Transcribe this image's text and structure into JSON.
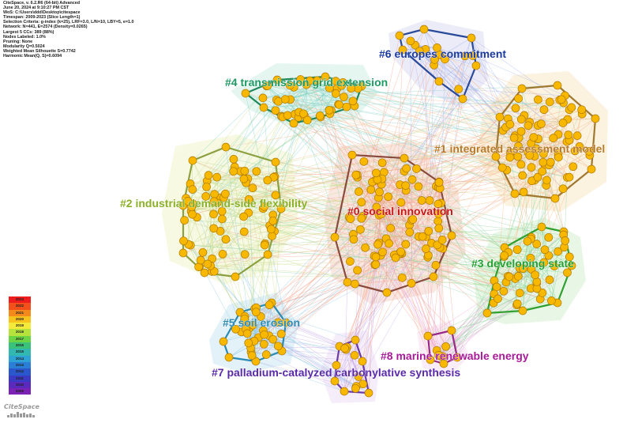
{
  "meta_lines": [
    "CiteSpace, v. 6.2.R6 (64-bit) Advanced",
    "June 20, 2024 at 9:10:27 PM CST",
    "WoS: C:\\Users\\ddd\\Desktop\\citespace",
    "Timespan: 2009-2023 (Slice Length=1)",
    "Selection Criteria: g-index (k=25), LRF=3.0, L/N=10, LBY=5, e=1.0",
    "Network: N=441, E=2574 (Density=0.0265)",
    "Largest 5 CCs: 389 (88%)",
    "Nodes Labeled: 1.0%",
    "Pruning: None",
    "Modularity Q=0.5024",
    "Weighted Mean Silhouette S=0.7742",
    "Harmonic Mean(Q, S)=0.6094"
  ],
  "clusters": [
    {
      "id": "c0",
      "label": "#0 social innovation",
      "color": "#c81414",
      "hull": "#8a4a3c",
      "fill": "#f3d6c8"
    },
    {
      "id": "c1",
      "label": "#1 integrated assessment model",
      "color": "#b87a28",
      "hull": "#a07830",
      "fill": "#f7e7c4"
    },
    {
      "id": "c2",
      "label": "#2 industrial demand-side flexibility",
      "color": "#8ab028",
      "hull": "#8ca040",
      "fill": "#f1f4cc"
    },
    {
      "id": "c3",
      "label": "#3 developing state",
      "color": "#22a032",
      "hull": "#30a030",
      "fill": "#d6f1cf"
    },
    {
      "id": "c4",
      "label": "#4 transmission grid extension",
      "color": "#1f9a64",
      "hull": "#20885a",
      "fill": "#cfeee4"
    },
    {
      "id": "c5",
      "label": "#5 soil erosion",
      "color": "#2a8ab4",
      "hull": "#2a8ab4",
      "fill": "#cce8f2"
    },
    {
      "id": "c6",
      "label": "#6 europes commitment",
      "color": "#1a3aa0",
      "hull": "#2a4a9a",
      "fill": "#dcdcf4"
    },
    {
      "id": "c7",
      "label": "#7 palladium-catalyzed carbonylative synthesis",
      "color": "#5a2aa8",
      "hull": "#6a3aa8",
      "fill": "#ece0f6"
    },
    {
      "id": "c8",
      "label": "#8 marine renewable energy",
      "color": "#a81a98",
      "hull": "#9a2a8a",
      "fill": "#f6def0"
    }
  ],
  "timeline_legend": {
    "years": [
      "2023",
      "2022",
      "2021",
      "2020",
      "2019",
      "2018",
      "2017",
      "2016",
      "2015",
      "2014",
      "2013",
      "2012",
      "2011",
      "2010",
      "2009"
    ],
    "colors": [
      "#ee1c1c",
      "#f4501c",
      "#f48a1c",
      "#f6c21c",
      "#f4ea3a",
      "#b6e23c",
      "#6ad444",
      "#3ac27a",
      "#32b8b0",
      "#2ea2d4",
      "#2a7ed6",
      "#2a58cc",
      "#3a3ac4",
      "#5a2abc",
      "#7a22b4"
    ]
  },
  "logo_text": "CiteSpace",
  "node_color": "#f8b800",
  "node_stroke": "#b07a00"
}
